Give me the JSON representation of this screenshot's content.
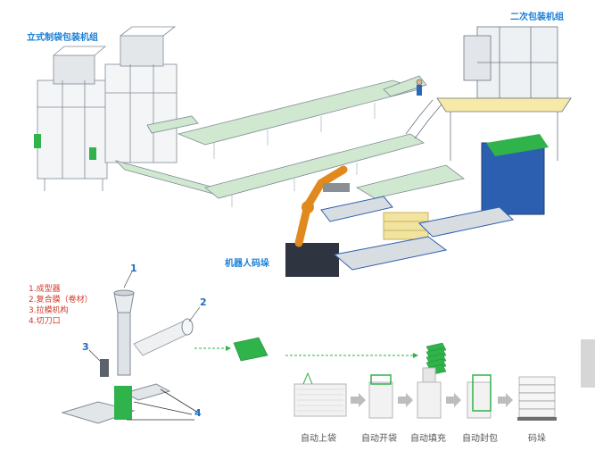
{
  "labels": {
    "vertical_machine": "立式制袋包装机组",
    "secondary_machine": "二次包装机组",
    "robot_palletizing": "机器人码垛"
  },
  "legend": {
    "items": [
      "1.成型器",
      "2.复合膜（卷材）",
      "3.拉模机构",
      "4.切刀口"
    ]
  },
  "callouts": [
    "1",
    "2",
    "3",
    "4"
  ],
  "steps": [
    "自动上袋",
    "自动开袋",
    "自动填充",
    "自动封包",
    "码垛"
  ],
  "colors": {
    "accent_blue": "#1a7fd6",
    "legend_red": "#d23a2a",
    "conveyor_green": "#cfe8cf",
    "bag_green": "#2fb34a",
    "frame_gray": "#7f8a95",
    "robot_orange": "#e08a1e"
  }
}
